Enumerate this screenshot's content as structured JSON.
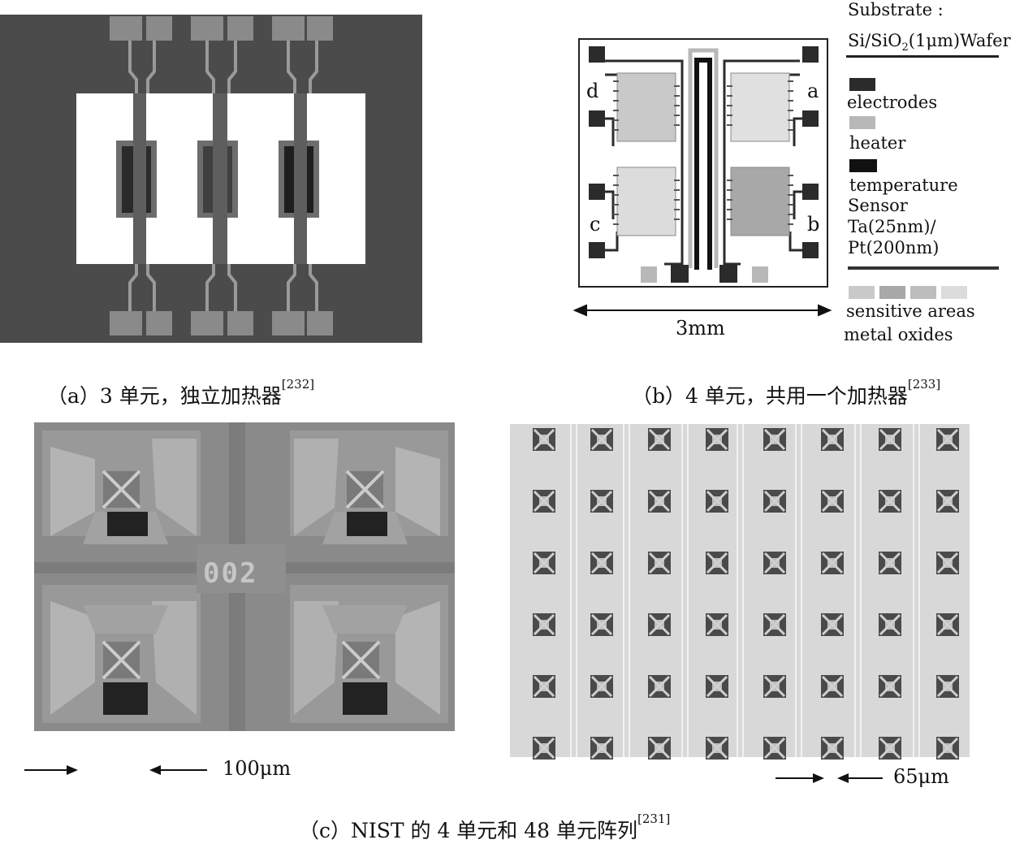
{
  "panel_a": {
    "caption_prefix": "（a）3 单元，独立加热器",
    "caption_ref": "[232]"
  },
  "panel_b": {
    "caption_prefix": "（b）4 单元，共用一个加热器",
    "caption_ref": "[233]",
    "cell_labels": {
      "a": "a",
      "b": "b",
      "c": "c",
      "d": "d"
    },
    "dimension_label": "3mm",
    "legend": {
      "substrate_label": "Substrate :",
      "substrate_value_pre": "Si/SiO",
      "substrate_value_sub": "2",
      "substrate_value_post": "(1μm)Wafer",
      "electrodes": "electrodes",
      "heater": "heater",
      "temperature": "temperature",
      "sensor": "Sensor",
      "ta": "Ta(25nm)/",
      "pt": "Pt(200nm)",
      "sensitive_areas": "sensitive areas",
      "metal_oxides": "metal oxides",
      "colors": {
        "electrodes": "#2b2b2b",
        "heater": "#b8b8b8",
        "temperature": "#111111",
        "sensitive": [
          "#c9c9c9",
          "#a8a8a8",
          "#bdbdbd",
          "#dcdcdc"
        ]
      }
    }
  },
  "panel_c": {
    "caption_prefix": "（c）NIST 的 4 单元和 48 单元阵列",
    "caption_ref": "[231]",
    "chip_id": "002",
    "scale_left": "100μm",
    "scale_right": "65μm"
  }
}
